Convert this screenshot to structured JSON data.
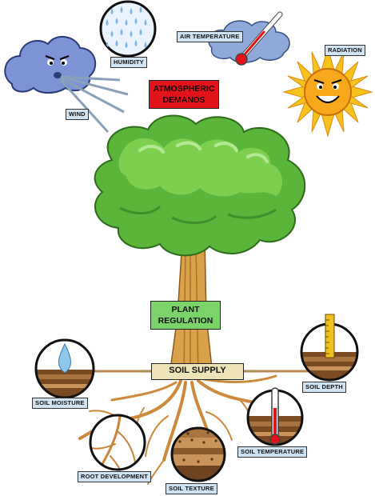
{
  "labels": {
    "humidity": "HUMIDITY",
    "air_temperature": "AIR TEMPERATURE",
    "radiation": "RADIATION",
    "wind": "WIND",
    "atmospheric_demands": "ATMOSPHERIC DEMANDS",
    "plant_regulation": "PLANT REGULATION",
    "soil_supply": "SOIL SUPPLY",
    "soil_moisture": "SOIL MOISTURE",
    "soil_depth": "SOIL DEPTH",
    "root_development": "ROOT DEVELOPMENT",
    "soil_temperature": "SOIL TEMPERATURE",
    "soil_texture": "SOIL TEXTURE"
  },
  "icons": [
    "wind-cloud-icon",
    "rain-circle-icon",
    "thermometer-cloud-icon",
    "sun-icon",
    "tree-icon",
    "roots-icon",
    "water-drop-circle-icon",
    "ruler-circle-icon",
    "root-circle-icon",
    "soil-thermometer-circle-icon",
    "soil-texture-circle-icon"
  ],
  "colors": {
    "atmospheric_box": "#e3131b",
    "plant_box": "#7bd36a",
    "soil_box": "#ece3b8",
    "small_label": "#cfe3f3",
    "foliage": "#5bb53b",
    "trunk": "#d9a24a",
    "sun": "#f7a81b",
    "cloud": "#7d93d6"
  }
}
